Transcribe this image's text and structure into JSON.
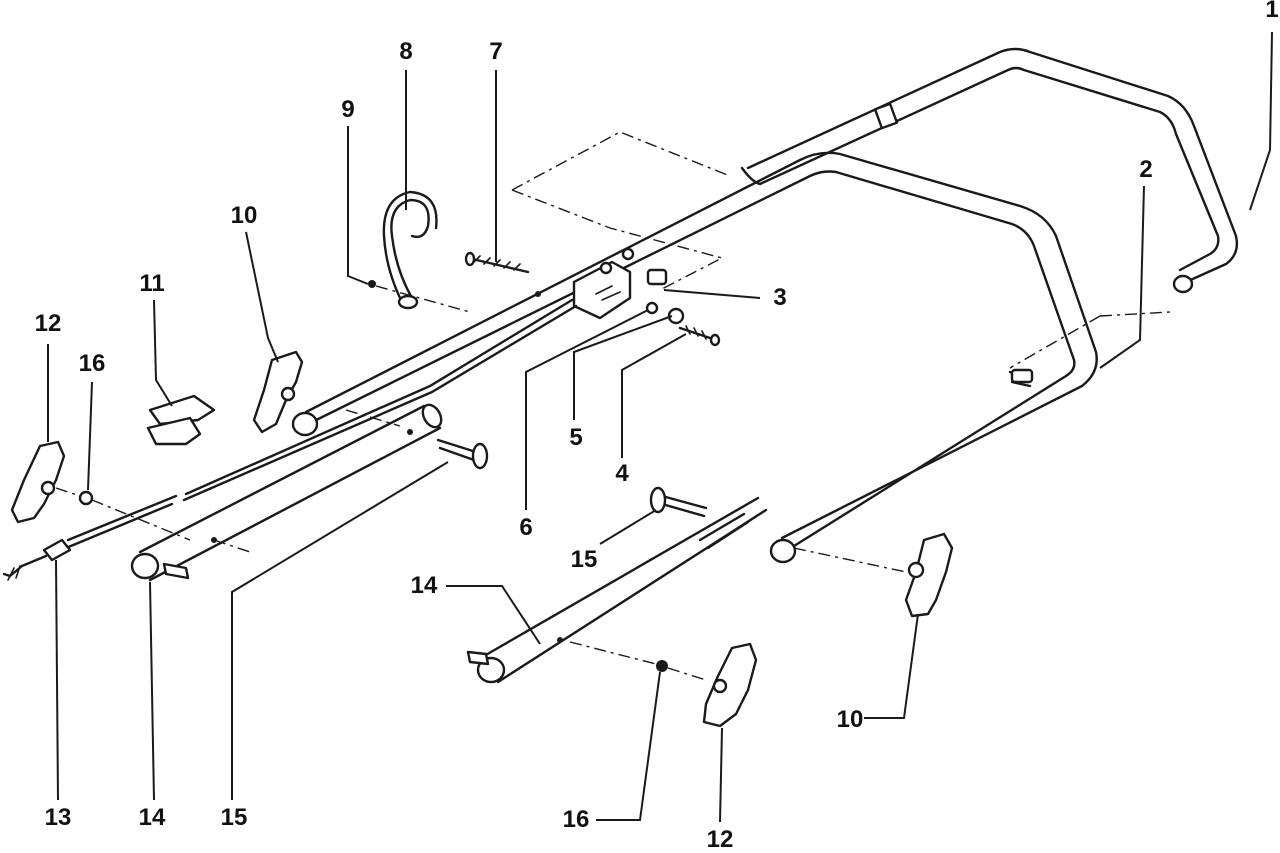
{
  "callouts": {
    "c1": "1",
    "c2": "2",
    "c3": "3",
    "c4": "4",
    "c5": "5",
    "c6": "6",
    "c7": "7",
    "c8": "8",
    "c9": "9",
    "c10_left": "10",
    "c10_right": "10",
    "c11": "11",
    "c12_left": "12",
    "c12_bottom": "12",
    "c13": "13",
    "c14_left": "14",
    "c14_mid": "14",
    "c15_bottom": "15",
    "c15_mid": "15",
    "c16_left": "16",
    "c16_bottom": "16"
  }
}
